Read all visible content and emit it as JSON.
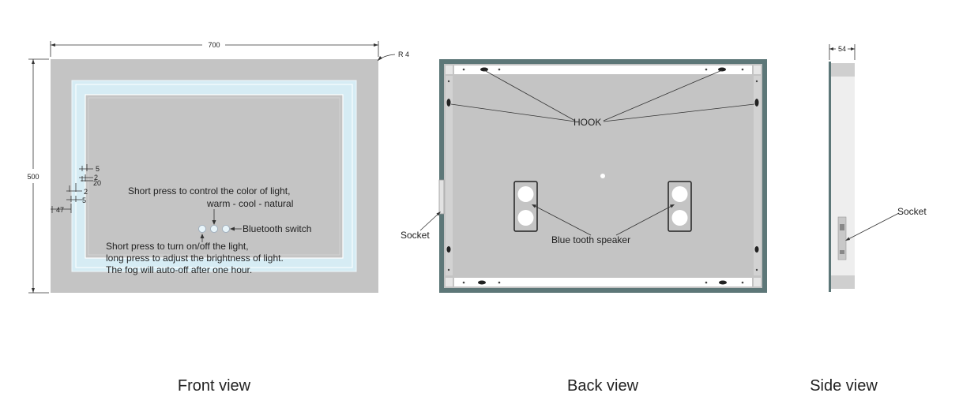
{
  "front": {
    "width_label": "700",
    "height_label": "500",
    "radius_label": "R 4",
    "dim_5a": "5",
    "dim_2a": "2",
    "dim_20": "20",
    "dim_2b": "2",
    "dim_5b": "5",
    "dim_47": "47",
    "note_color_line1": "Short press to control the color of light,",
    "note_color_line2": "warm - cool - natural",
    "note_bluetooth": "Bluetooth switch",
    "note_power_line1": "Short press to turn on/off the light,",
    "note_power_line2": "long press to adjust the brightness of  light.",
    "note_power_line3": "The fog will auto-off after one hour.",
    "caption": "Front view"
  },
  "back": {
    "hook_label": "HOOK",
    "socket_label": "Socket",
    "speaker_label": "Blue tooth speaker",
    "caption": "Back view"
  },
  "side": {
    "depth_label": "54",
    "socket_label": "Socket",
    "caption": "Side view"
  },
  "colors": {
    "mirror_gray": "#c4c4c4",
    "led_blue": "#d6ecf4",
    "frame_teal": "#5d7778",
    "line": "#333333"
  }
}
